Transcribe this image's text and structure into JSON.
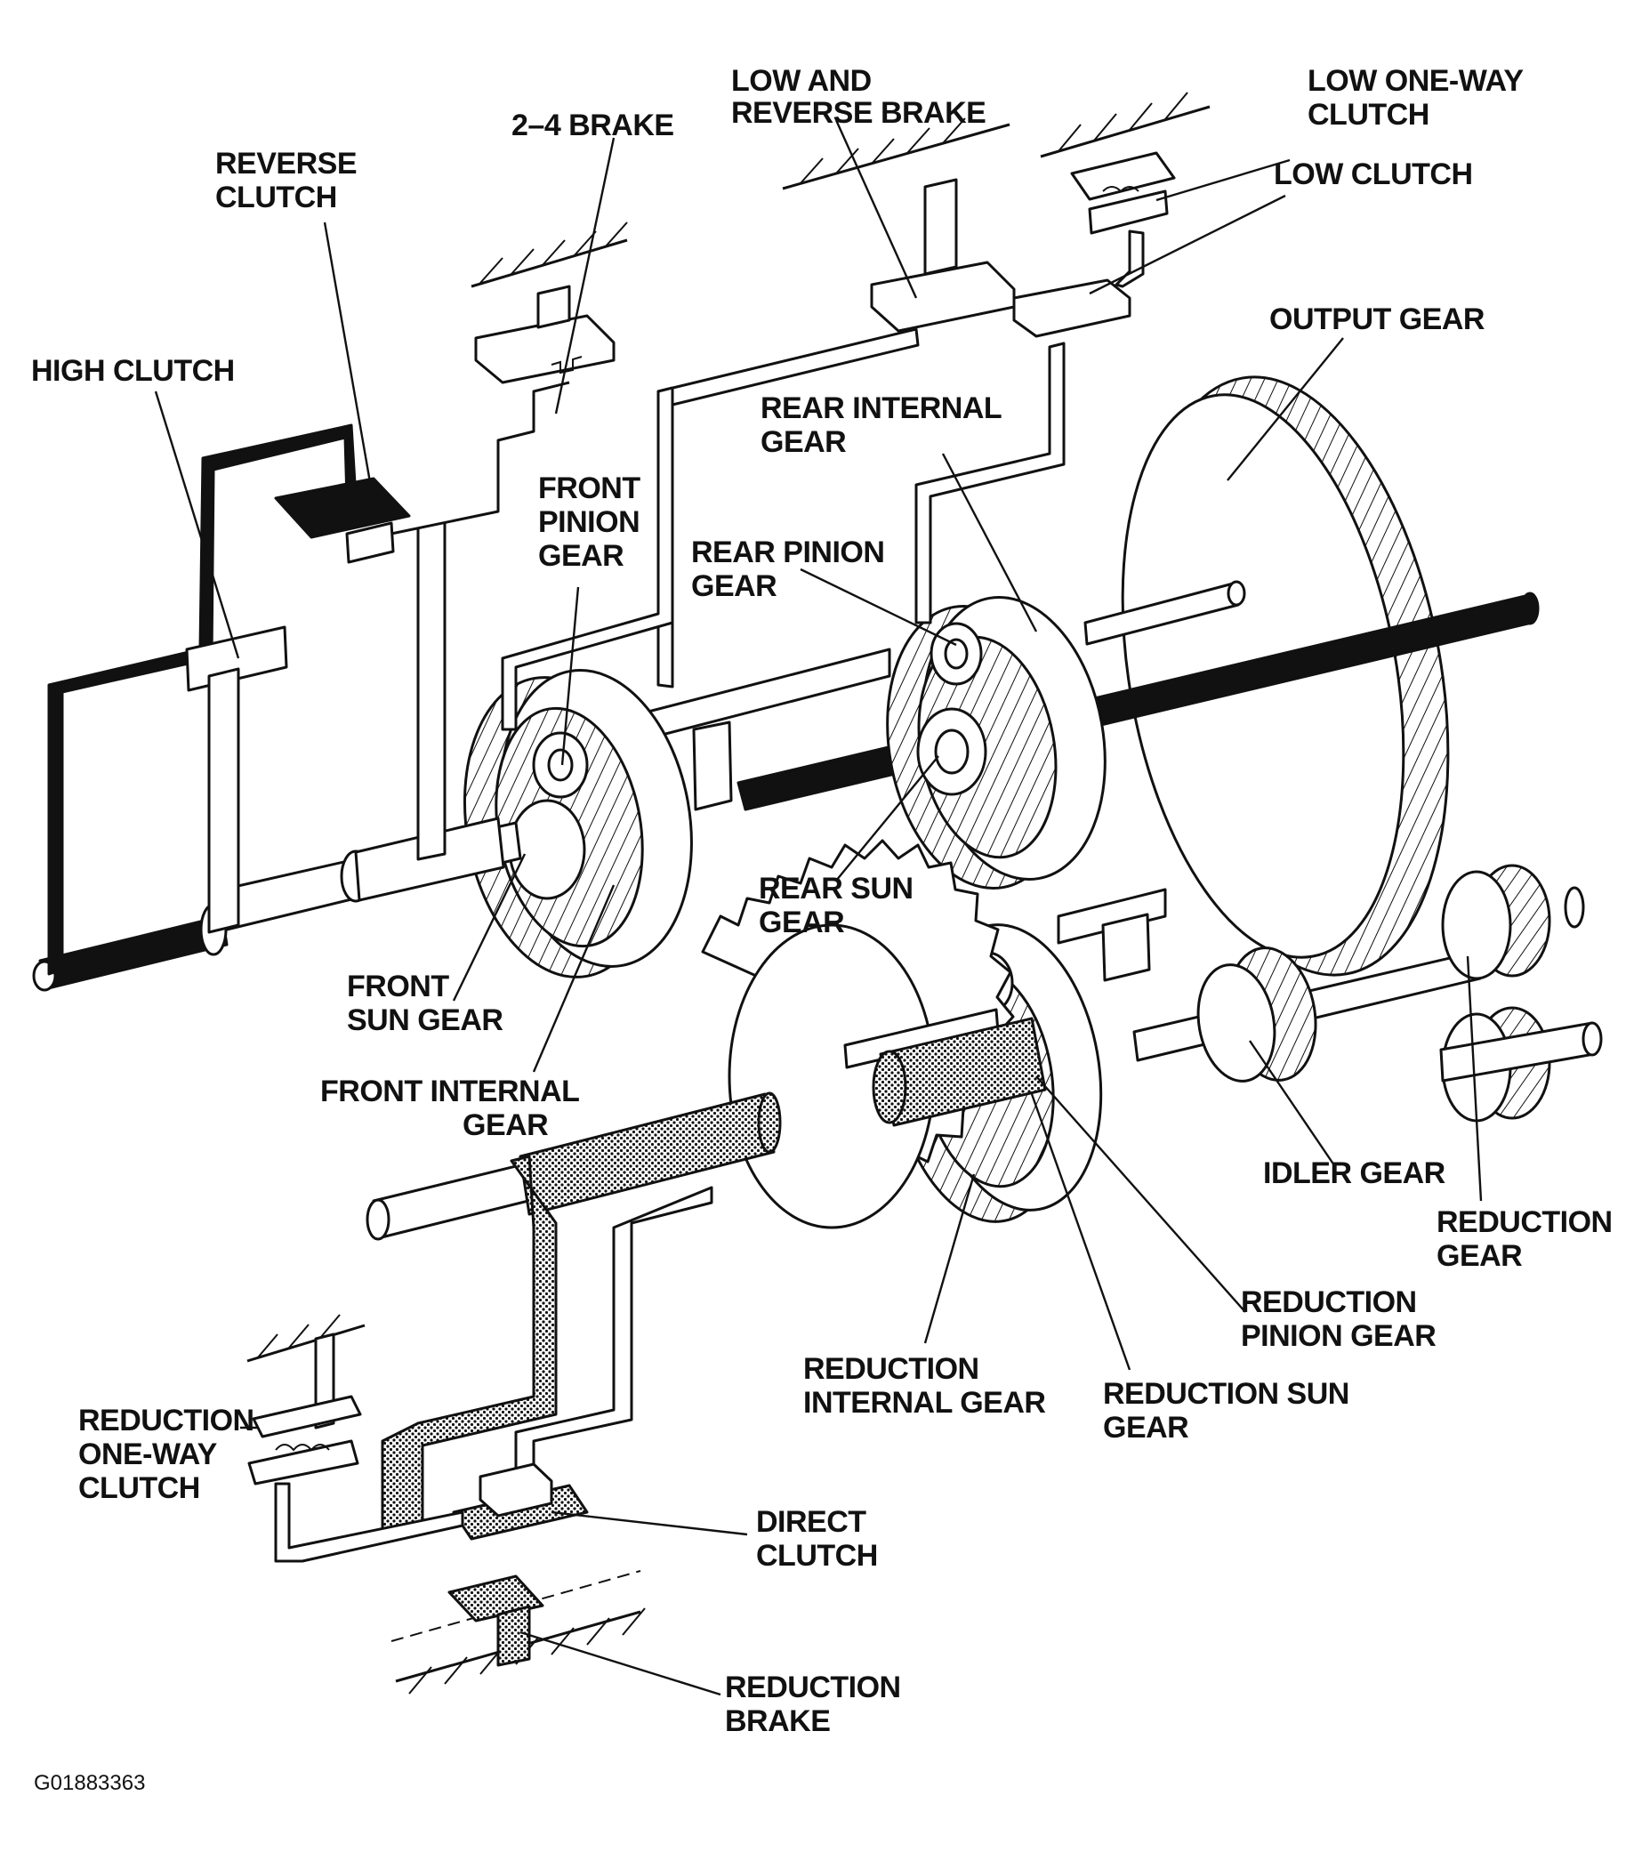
{
  "labels": {
    "brake_2_4": "2–4 BRAKE",
    "low_reverse_brake_1": "LOW AND",
    "low_reverse_brake_2": "REVERSE BRAKE",
    "low_one_way_clutch_1": "LOW ONE-WAY",
    "low_one_way_clutch_2": "CLUTCH",
    "low_clutch": "LOW CLUTCH",
    "reverse_clutch_1": "REVERSE",
    "reverse_clutch_2": "CLUTCH",
    "high_clutch": "HIGH CLUTCH",
    "output_gear": "OUTPUT GEAR",
    "rear_internal_gear_1": "REAR INTERNAL",
    "rear_internal_gear_2": "GEAR",
    "front_pinion_gear_1": "FRONT",
    "front_pinion_gear_2": "PINION",
    "front_pinion_gear_3": "GEAR",
    "rear_pinion_gear_1": "REAR PINION",
    "rear_pinion_gear_2": "GEAR",
    "rear_sun_gear_1": "REAR SUN",
    "rear_sun_gear_2": "GEAR",
    "front_sun_gear_1": "FRONT",
    "front_sun_gear_2": "SUN GEAR",
    "front_internal_gear_1": "FRONT INTERNAL",
    "front_internal_gear_2": "GEAR",
    "idler_gear": "IDLER GEAR",
    "reduction_gear_1": "REDUCTION",
    "reduction_gear_2": "GEAR",
    "reduction_pinion_gear_1": "REDUCTION",
    "reduction_pinion_gear_2": "PINION GEAR",
    "reduction_internal_gear_1": "REDUCTION",
    "reduction_internal_gear_2": "INTERNAL GEAR",
    "reduction_sun_gear_1": "REDUCTION SUN",
    "reduction_sun_gear_2": "GEAR",
    "reduction_one_way_clutch_1": "REDUCTION",
    "reduction_one_way_clutch_2": "ONE-WAY",
    "reduction_one_way_clutch_3": "CLUTCH",
    "direct_clutch_1": "DIRECT",
    "direct_clutch_2": "CLUTCH",
    "reduction_brake_1": "REDUCTION",
    "reduction_brake_2": "BRAKE"
  },
  "figure_code": "G01883363"
}
